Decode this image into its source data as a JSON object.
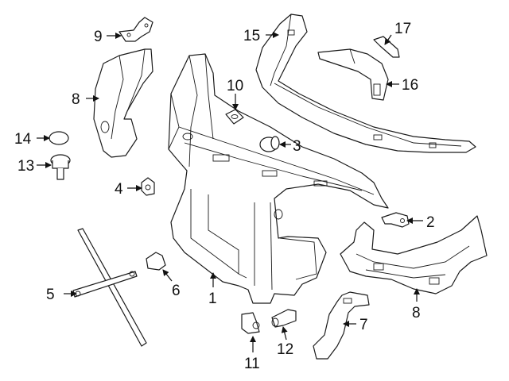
{
  "diagram": {
    "callouts": [
      {
        "id": "c1",
        "text": "1"
      },
      {
        "id": "c2",
        "text": "2"
      },
      {
        "id": "c3",
        "text": "3"
      },
      {
        "id": "c4",
        "text": "4"
      },
      {
        "id": "c5",
        "text": "5"
      },
      {
        "id": "c6",
        "text": "6"
      },
      {
        "id": "c7",
        "text": "7"
      },
      {
        "id": "c8a",
        "text": "8"
      },
      {
        "id": "c8b",
        "text": "8"
      },
      {
        "id": "c9",
        "text": "9"
      },
      {
        "id": "c10",
        "text": "10"
      },
      {
        "id": "c11",
        "text": "11"
      },
      {
        "id": "c12",
        "text": "12"
      },
      {
        "id": "c13",
        "text": "13"
      },
      {
        "id": "c14",
        "text": "14"
      },
      {
        "id": "c15",
        "text": "15"
      },
      {
        "id": "c16",
        "text": "16"
      },
      {
        "id": "c17",
        "text": "17"
      }
    ],
    "colors": {
      "line": "#1a1a1a",
      "background": "#ffffff"
    }
  }
}
